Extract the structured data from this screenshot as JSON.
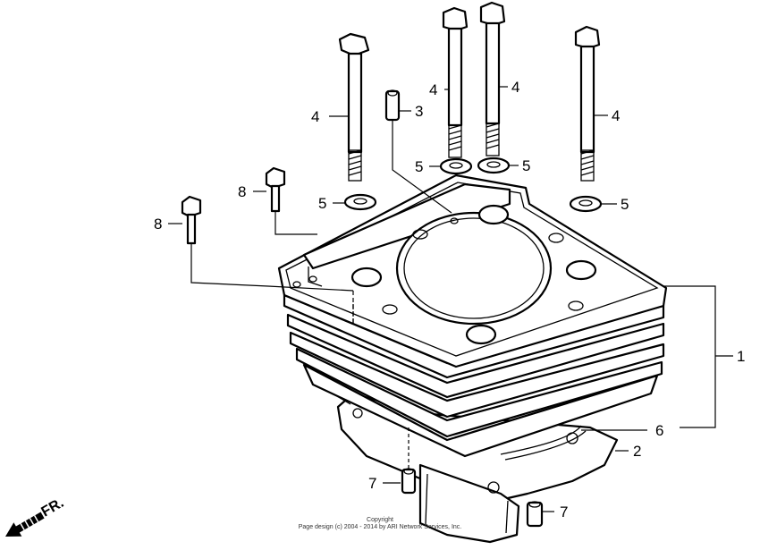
{
  "callouts": {
    "c1": "1",
    "c2": "2",
    "c3": "3",
    "c4a": "4",
    "c4b": "4",
    "c4c": "4",
    "c4d": "4",
    "c5a": "5",
    "c5b": "5",
    "c5c": "5",
    "c5d": "5",
    "c6": "6",
    "c7a": "7",
    "c7b": "7",
    "c8a": "8",
    "c8b": "8"
  },
  "front_label": "FR.",
  "copyright": {
    "line1": "Copyright",
    "line2": "Page design (c) 2004 - 2014 by ARI Network Services, Inc."
  },
  "colors": {
    "ink": "#000000",
    "background": "#ffffff"
  },
  "icons": {
    "front_direction": "arrow-left-down-icon"
  }
}
